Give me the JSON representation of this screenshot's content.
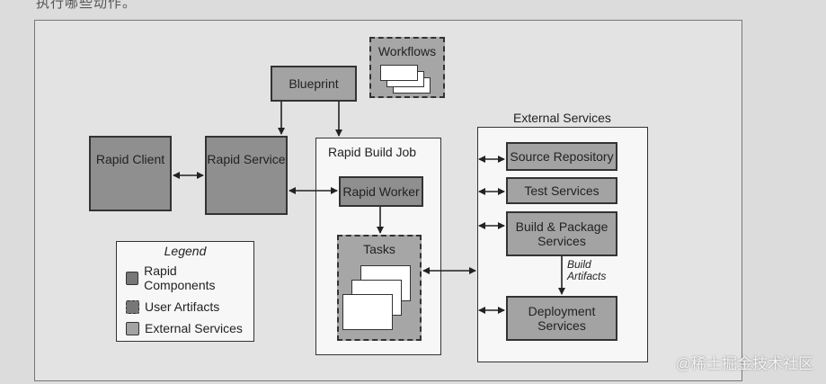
{
  "header_text": "执行哪些动作。",
  "watermark": "@稀土掘金技术社区",
  "diagram": {
    "workflows": "Workflows",
    "blueprint": "Blueprint",
    "rapid_client": "Rapid Client",
    "rapid_service": "Rapid Service",
    "rapid_build_job": "Rapid Build Job",
    "rapid_worker": "Rapid Worker",
    "tasks": "Tasks",
    "external_services": "External Services",
    "source_repository": "Source Repository",
    "test_services": "Test Services",
    "build_package_services": "Build & Package Services",
    "build_artifacts_line1": "Build",
    "build_artifacts_line2": "Artifacts",
    "deployment_services": "Deployment Services"
  },
  "legend": {
    "title": "Legend",
    "items": [
      "Rapid Components",
      "User Artifacts",
      "External Services"
    ]
  }
}
